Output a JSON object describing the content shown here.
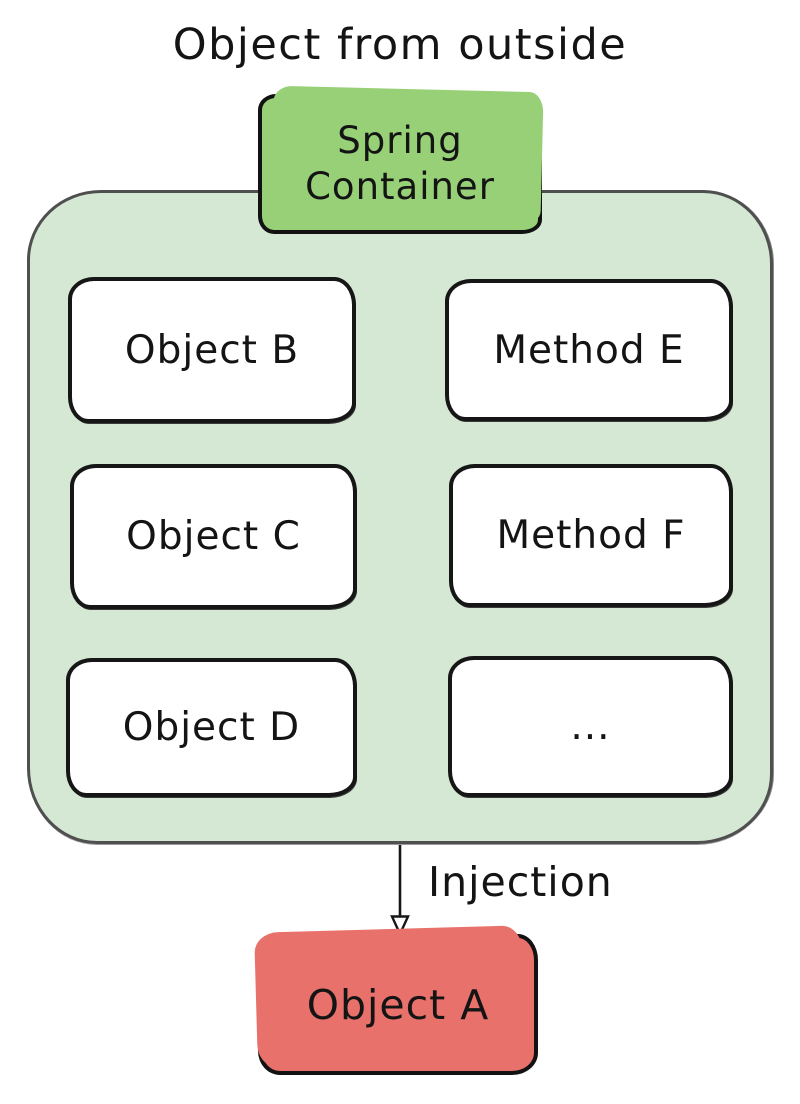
{
  "colors": {
    "panel_fill": "#d5e8d4",
    "panel_border": "#4f4f4f",
    "spring_fill": "#97d077",
    "object_a_fill": "#e8726b",
    "box_border": "#161616",
    "text": "#141414"
  },
  "diagram": {
    "title": "Object from outside",
    "spring_container": {
      "label": "Spring Container"
    },
    "beans": [
      {
        "label": "Object B"
      },
      {
        "label": "Method E"
      },
      {
        "label": "Object C"
      },
      {
        "label": "Method F"
      },
      {
        "label": "Object D"
      },
      {
        "label": "..."
      }
    ],
    "arrow_label": "Injection",
    "outside_object": {
      "label": "Object A"
    }
  }
}
